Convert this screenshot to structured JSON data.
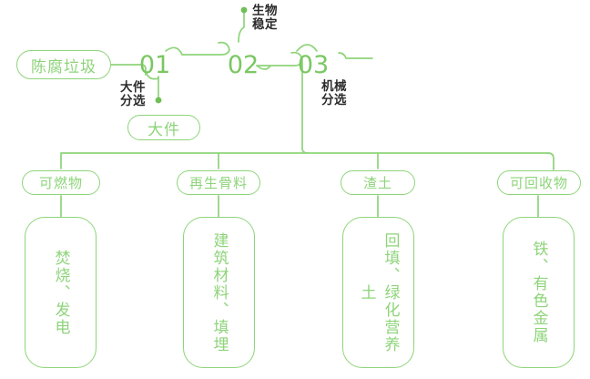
{
  "theme": {
    "line_color": "#8ed47a",
    "number_color": "#7ac762",
    "pill_text_color": "#8ed47a",
    "dark_text_color": "#2b2b2b",
    "background": "#ffffff"
  },
  "flow": {
    "source_pill": "陈腐垃圾",
    "stages": [
      {
        "number": "01",
        "label": "大件\n分选",
        "output_pill": "大件"
      },
      {
        "number": "02",
        "label": "生物\n稳定"
      },
      {
        "number": "03",
        "label": "机械\n分选"
      }
    ]
  },
  "outputs": [
    {
      "pill": "可燃物",
      "detail": "焚烧、发电"
    },
    {
      "pill": "再生骨料",
      "detail": "建筑材料、填埋"
    },
    {
      "pill": "渣土",
      "detail": "回填、绿化营养土"
    },
    {
      "pill": "可回收物",
      "detail": "铁、有色金属"
    }
  ]
}
